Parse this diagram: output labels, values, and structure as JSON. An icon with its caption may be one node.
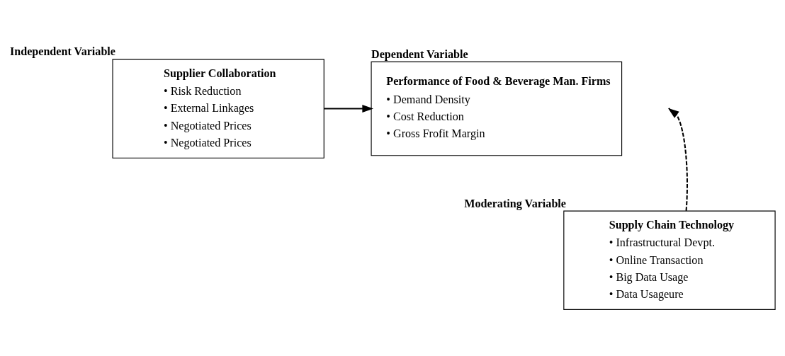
{
  "diagram": {
    "nodes": [
      {
        "text": [
          "Supplier Collaboration",
          "• Risk Reduction",
          "• External Linkages",
          "• Negotiated Prices",
          "• Negotiated Prices"
        ],
        "beside": [
          "Independent Variable"
        ]
      },
      {
        "text": [
          "Performance of Food & Beverage Man. Firms",
          "• Demand Density",
          "• Cost Reduction",
          "• Gross Frofit Margin"
        ],
        "beside": [
          "Dependent Variable"
        ]
      },
      {
        "text": [
          "Supply Chain Technology",
          "• Infrastructural Devpt.",
          "• Online Transaction",
          "• Big Data Usage",
          "• Data Usageure"
        ],
        "beside": [
          "Moderating Variable"
        ]
      }
    ],
    "edges": [
      {
        "from": 0,
        "to": 1,
        "arrow": "to"
      },
      {
        "from": 2,
        "to": null,
        "arrow": "to",
        "style": "dashed"
      }
    ]
  }
}
